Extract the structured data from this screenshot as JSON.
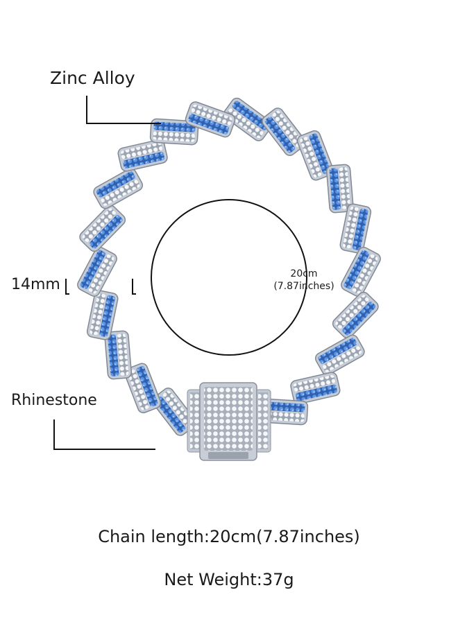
{
  "labels": {
    "material": "Zinc Alloy",
    "width": "14mm",
    "stone": "Rhinestone"
  },
  "circumference": {
    "metric": "20cm",
    "imperial": "(7.87inches)"
  },
  "specs": {
    "chain_length": "Chain length:20cm(7.87inches)",
    "net_weight": "Net Weight:37g"
  },
  "colors": {
    "blue_stone": "#4a86d8",
    "white_stone": "#eef1f6",
    "metal": "#b8bec8",
    "line": "#111111"
  }
}
